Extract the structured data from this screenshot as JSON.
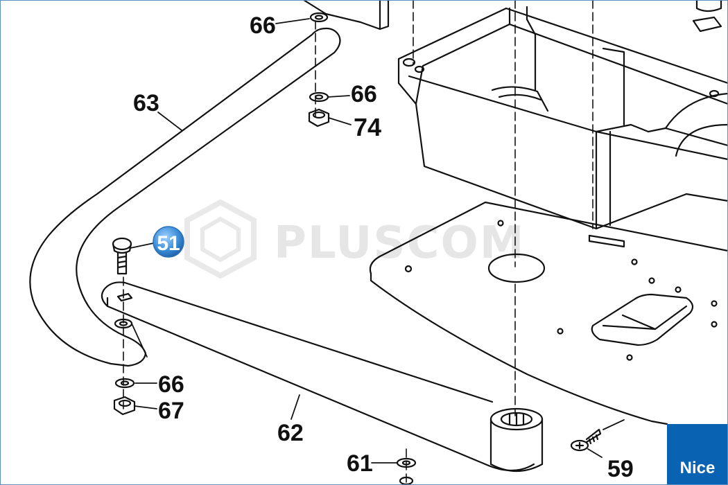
{
  "diagram": {
    "callouts": [
      {
        "id": "66a",
        "label": "66"
      },
      {
        "id": "66b",
        "label": "66"
      },
      {
        "id": "74",
        "label": "74"
      },
      {
        "id": "63",
        "label": "63"
      },
      {
        "id": "51",
        "label": "51",
        "highlighted": true
      },
      {
        "id": "66c",
        "label": "66"
      },
      {
        "id": "67",
        "label": "67"
      },
      {
        "id": "62",
        "label": "62"
      },
      {
        "id": "61",
        "label": "61"
      },
      {
        "id": "59",
        "label": "59"
      }
    ],
    "highlight_color": "#3d8fd9"
  },
  "watermark": {
    "text": "PLUSCOM"
  },
  "brand": {
    "name": "Nice",
    "color": "#0a62b2"
  }
}
